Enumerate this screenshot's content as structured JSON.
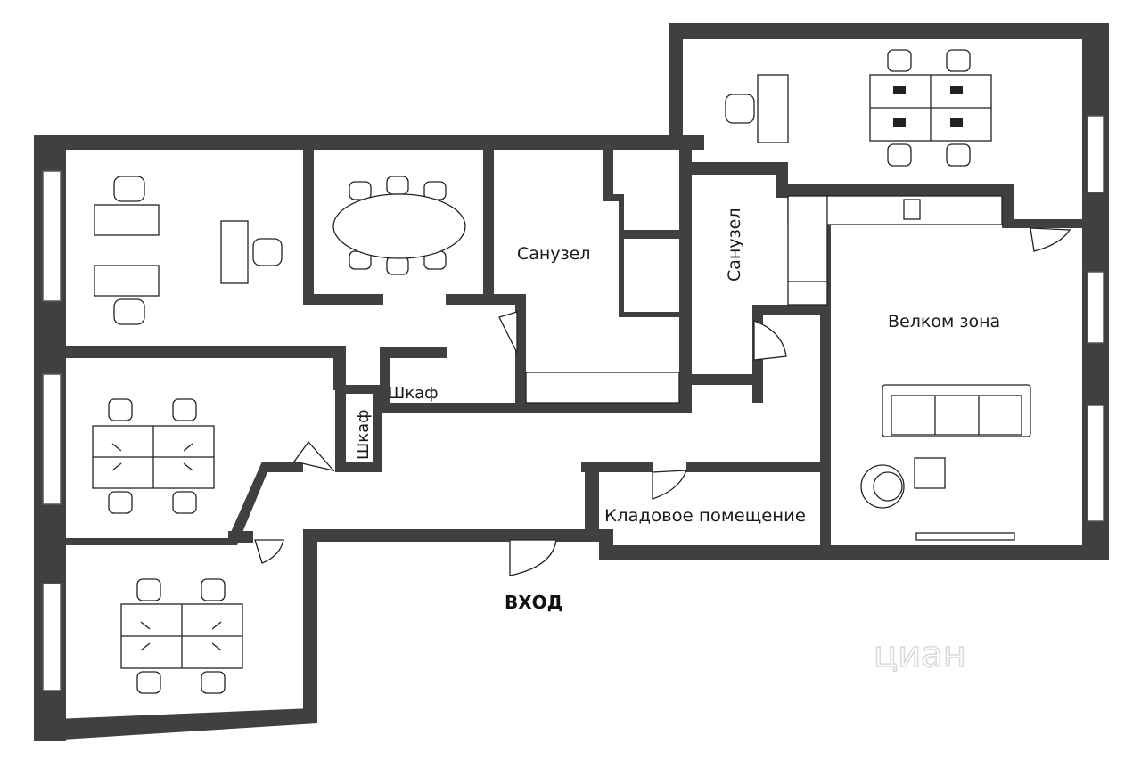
{
  "labels": {
    "bathroom_1": "Санузел",
    "bathroom_2": "Санузел",
    "welcome_zone": "Велком зона",
    "wardrobe_1": "Шкаф",
    "wardrobe_2": "Шкаф",
    "storage": "Кладовое помещение",
    "entrance": "ВХОД"
  },
  "watermark": "циан",
  "colors": {
    "wall": "#404040",
    "background": "#ffffff",
    "line": "#222222"
  }
}
